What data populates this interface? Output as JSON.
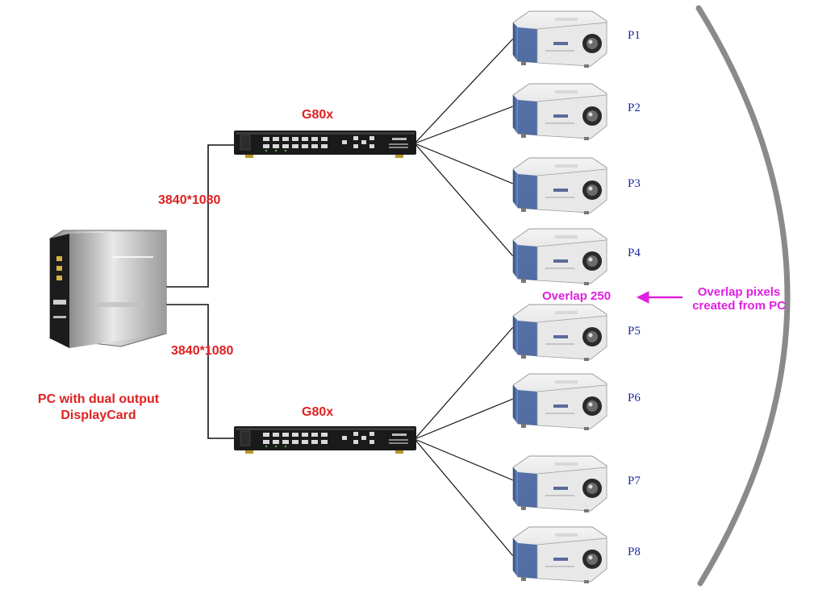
{
  "switchers": [
    {
      "label": "G80x"
    },
    {
      "label": "G80x"
    }
  ],
  "links": [
    {
      "resolution": "3840*1080"
    },
    {
      "resolution": "3840*1080"
    }
  ],
  "pc": {
    "caption_line1": "PC with dual output",
    "caption_line2": "DisplayCard"
  },
  "projectors": [
    "P1",
    "P2",
    "P3",
    "P4",
    "P5",
    "P6",
    "P7",
    "P8"
  ],
  "overlap": {
    "value_label": "Overlap 250",
    "note_line1": "Overlap pixels",
    "note_line2": "created from PC"
  },
  "colors": {
    "label_red": "#e02020",
    "label_magenta": "#e020e0",
    "projector_label": "#1a2a9a",
    "screen_arc": "#8a8a8a"
  }
}
